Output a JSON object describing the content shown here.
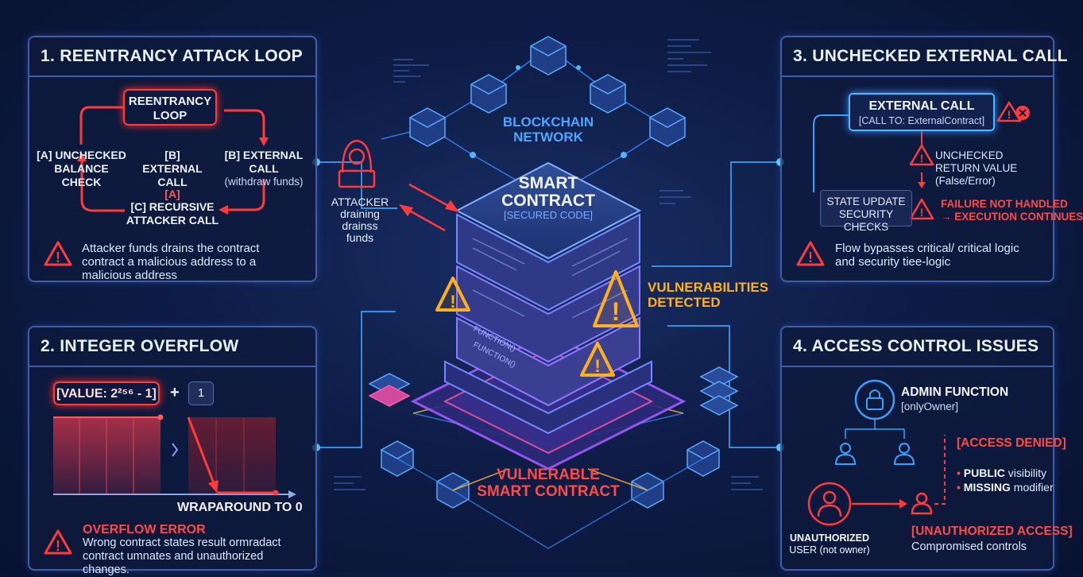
{
  "panel1": {
    "title": "1. REENTRANCY ATTACK LOOP",
    "loop_label": "REENTRANCY LOOP",
    "a_label": "[A] UNCHECKED BALANCE CHECK",
    "b1_label": "[B] EXTERNAL CALL",
    "b2_label": "[B] EXTERNAL CALL",
    "b2_sub": "(withdraw funds)",
    "c_tag": "[A]",
    "c_label": "[C] RECURSIVE ATTACKER CALL",
    "note": "Attacker funds drains the contract contract a malicious address to a malicious address"
  },
  "panel2": {
    "title": "2. INTEGER OVERFLOW",
    "value": "[VALUE: 2²⁵⁶ - 1]",
    "plus": "+",
    "one": "1",
    "wrap": "WRAPAROUND TO 0",
    "error_title": "OVERFLOW ERROR",
    "error_text": "Wrong contract states result ormradact contract umnates and unauthorized changes."
  },
  "panel3": {
    "title": "3. UNCHECKED EXTERNAL CALL",
    "ext_title": "EXTERNAL CALL",
    "ext_sub": "[CALL TO: ExternalContract]",
    "unchecked": "UNCHECKED RETURN VALUE (False/Error)",
    "state": "STATE UPDATE SECURITY CHECKS",
    "failure1": "FAILURE NOT HANDLED",
    "failure2": "→ EXECUTION CONTINUES",
    "note": "Flow bypasses critical/ critical logic and security tiee-logic"
  },
  "panel4": {
    "title": "4. ACCESS CONTROL ISSUES",
    "admin": "ADMIN FUNCTION",
    "admin_sub": "[onlyOwner]",
    "denied": "[ACCESS DENIED]",
    "public_b": "PUBLIC",
    "public_r": " visibility",
    "missing_b": "MISSING",
    "missing_r": " modifier",
    "unauth": "UNAUTHORIZED",
    "unauth_sub": "USER (not owner)",
    "unauth_access": "[UNAUTHORIZED ACCESS]",
    "compromised": "Compromised controls"
  },
  "center": {
    "blockchain": "BLOCKCHAIN NETWORK",
    "smart": "SMART CONTRACT",
    "secured": "[SECURED CODE]",
    "vuln_detected": "VULNERABILITIES DETECTED",
    "vulnerable": "VULNERABLE SMART CONTRACT",
    "func1": "FUNCTION()",
    "func2": "FUNCTION()",
    "attacker": "ATTACKER draining drainss funds"
  },
  "colors": {
    "red": "#ff3b3b",
    "orange": "#ffb020",
    "blue": "#3e8dff",
    "cyan": "#5ad0ff",
    "panel_border": "#3e5fa8"
  }
}
